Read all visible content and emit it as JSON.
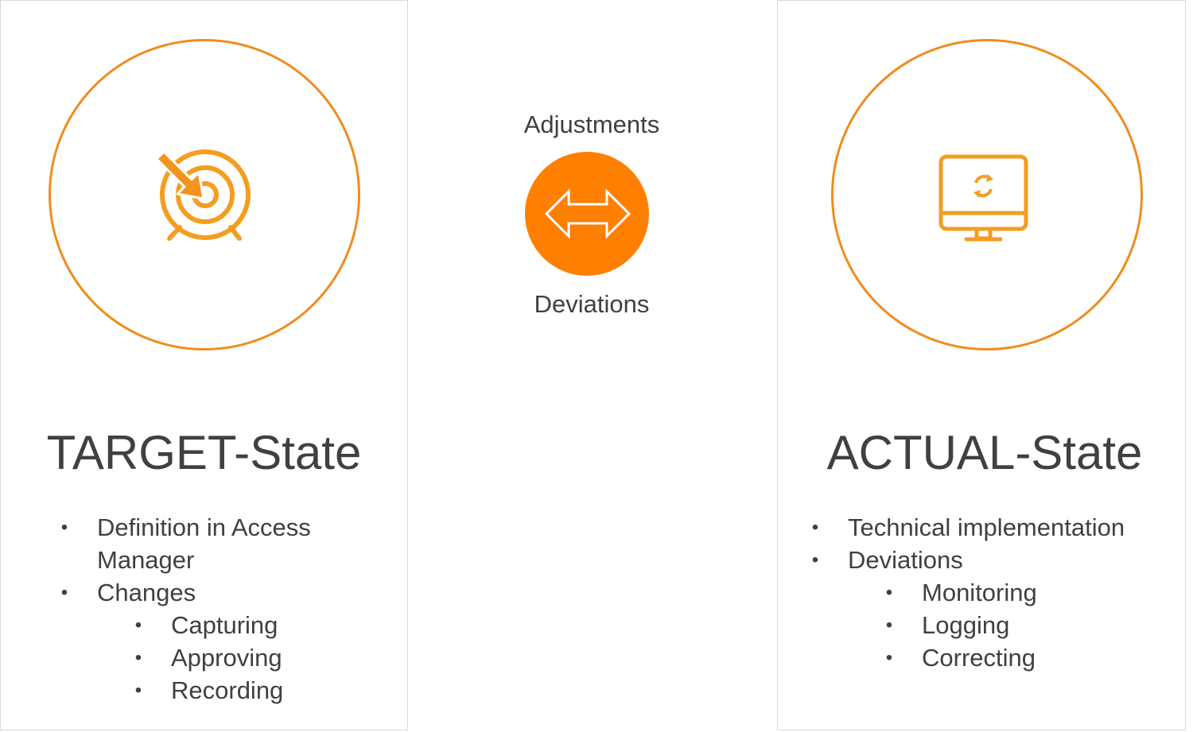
{
  "colors": {
    "accent": "#f08c1e",
    "accent_fill": "#ff7f00",
    "text": "#404040",
    "panel_border": "#d9d9d9"
  },
  "left": {
    "title": "TARGET-State",
    "icon": "target-arrow-icon",
    "items": [
      {
        "text": "Definition in Access",
        "level": 1
      },
      {
        "text": "Manager",
        "level": 1,
        "continuation": true
      },
      {
        "text": "Changes",
        "level": 1
      },
      {
        "text": "Capturing",
        "level": 2
      },
      {
        "text": "Approving",
        "level": 2
      },
      {
        "text": "Recording",
        "level": 2
      }
    ]
  },
  "center": {
    "top_label": "Adjustments",
    "bottom_label": "Deviations",
    "icon": "double-arrow-icon"
  },
  "right": {
    "title": "ACTUAL-State",
    "icon": "monitor-refresh-icon",
    "items": [
      {
        "text": "Technical implementation",
        "level": 1
      },
      {
        "text": "Deviations",
        "level": 1
      },
      {
        "text": "Monitoring",
        "level": 2
      },
      {
        "text": "Logging",
        "level": 2
      },
      {
        "text": "Correcting",
        "level": 2
      }
    ]
  },
  "bullet_glyph": "•"
}
